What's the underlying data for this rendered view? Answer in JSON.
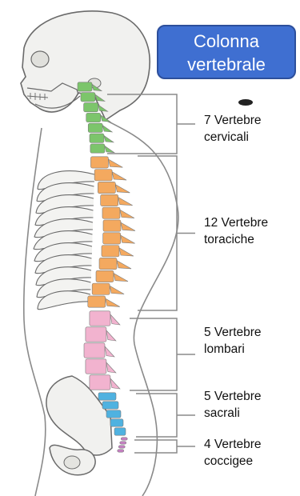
{
  "title": {
    "line1": "Colonna",
    "line2": "vertebrale"
  },
  "labels": [
    {
      "line1": "7 Vertebre",
      "line2": "cervicali",
      "count": 7,
      "color": "#7cc56b"
    },
    {
      "line1": "12 Vertebre",
      "line2": "toraciche",
      "count": 12,
      "color": "#f4a95f"
    },
    {
      "line1": "5 Vertebre",
      "line2": "lombari",
      "count": 5,
      "color": "#f2b3cf"
    },
    {
      "line1": "5 Vertebre",
      "line2": "sacrali",
      "count": 5,
      "color": "#4fb2e0"
    },
    {
      "line1": "4 Vertebre",
      "line2": "coccigee",
      "count": 4,
      "color": "#c77fc4"
    }
  ],
  "colors": {
    "title_bg": "#3f6fd1",
    "outline": "#6a6a6a",
    "bone": "#f3f3f1"
  }
}
